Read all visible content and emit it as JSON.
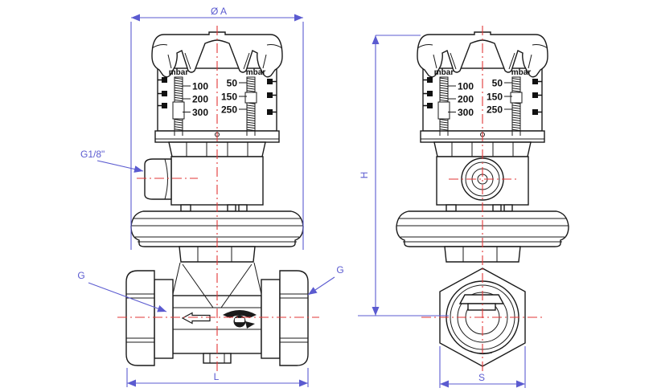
{
  "drawing": {
    "background_color": "#ffffff",
    "line_color": "#1a1a1a",
    "dimension_color": "#5b5bd0",
    "centerline_color": "#e23535",
    "dimensions": {
      "diameter_label": "Ø A",
      "height_label": "H",
      "length_label": "L",
      "across_flats_label": "S",
      "gauge_port_label": "G1/8\"",
      "inlet_thread_label": "G",
      "outlet_thread_label": "G"
    },
    "pressure_scale": {
      "unit": "mbar",
      "left_column": [
        "100",
        "200",
        "300"
      ],
      "right_column": [
        "50",
        "150",
        "250"
      ]
    }
  }
}
